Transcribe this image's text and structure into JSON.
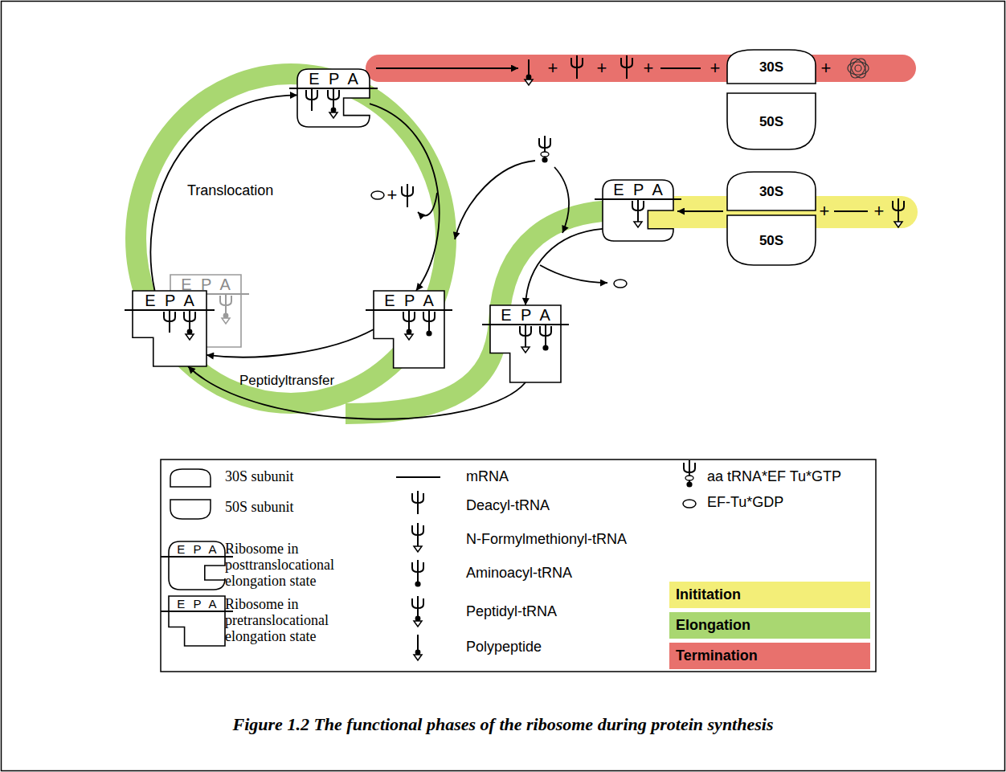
{
  "diagram": {
    "caption": "Figure 1.2 The functional phases of the ribosome during protein synthesis",
    "nodes": [
      {
        "text": [
          "E P A"
        ]
      },
      {
        "text": [
          "30S"
        ]
      },
      {
        "text": [
          "50S"
        ]
      },
      {
        "text": [
          "E P A"
        ]
      },
      {
        "text": [
          "30S"
        ]
      },
      {
        "text": [
          "50S"
        ]
      },
      {
        "text": [
          "E P A"
        ]
      },
      {
        "text": [
          "E P A"
        ]
      },
      {
        "text": [
          "E P A"
        ]
      },
      {
        "text": [
          "E P A"
        ]
      },
      {
        "text": [
          "E P A"
        ]
      },
      {
        "text": [
          "E P A"
        ]
      }
    ],
    "edges": [
      {
        "from": 3,
        "to": 7,
        "arrow": "to"
      },
      {
        "from": 7,
        "to": 9,
        "arrow": "to"
      },
      {
        "from": 6,
        "to": 9,
        "arrow": "to"
      },
      {
        "from": 9,
        "to": 0,
        "arrow": "to"
      },
      {
        "from": 0,
        "to": 6,
        "arrow": "to"
      }
    ],
    "labels": [
      "Translocation",
      "Peptidyltransfer",
      "+",
      "+",
      "+",
      "+",
      "+",
      "+",
      "+",
      "+"
    ],
    "legend": [
      {
        "text": "30S subunit"
      },
      {
        "text": "50S subunit"
      },
      {
        "text": "Ribosome in posttranslocational elongation state"
      },
      {
        "text": "Ribosome in pretranslocational elongation state"
      },
      {
        "text": "mRNA"
      },
      {
        "text": "Deacyl-tRNA"
      },
      {
        "text": "N-Formylmethionyl-tRNA"
      },
      {
        "text": "Aminoacyl-tRNA"
      },
      {
        "text": "Peptidyl-tRNA"
      },
      {
        "text": "Polypeptide"
      },
      {
        "text": "aa tRNA*EF Tu*GTP"
      },
      {
        "text": "EF-Tu*GDP"
      },
      {
        "text": "Inititation",
        "color": "#f3ee78"
      },
      {
        "text": "Elongation",
        "color": "#a9d771"
      },
      {
        "text": "Termination",
        "color": "#e8716d"
      }
    ]
  }
}
